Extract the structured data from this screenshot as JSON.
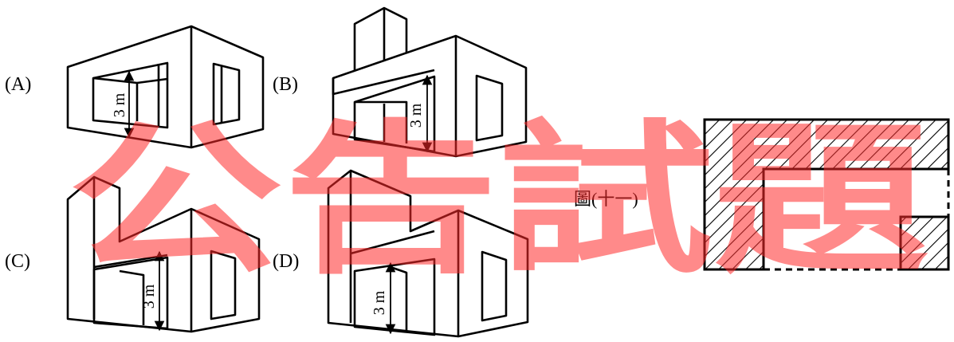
{
  "options": [
    {
      "label": "(A)",
      "dimension": "3 m"
    },
    {
      "label": "(B)",
      "dimension": "3 m"
    },
    {
      "label": "(C)",
      "dimension": "3 m"
    },
    {
      "label": "(D)",
      "dimension": "3 m"
    }
  ],
  "figure_caption": "圖(十一)",
  "watermark": "公告試題"
}
